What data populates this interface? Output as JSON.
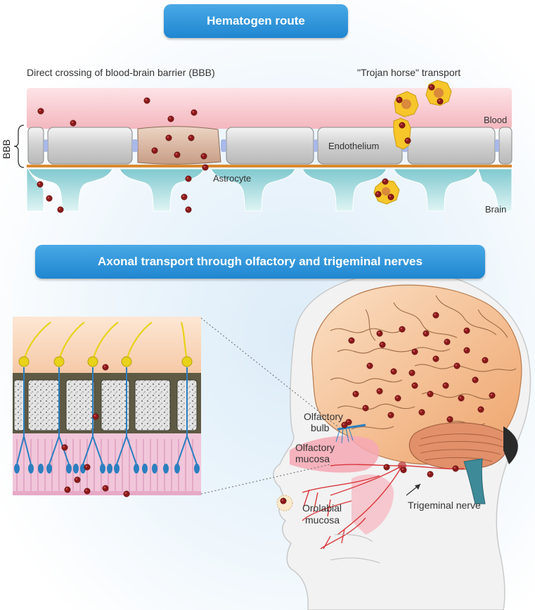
{
  "titles": {
    "hematogen": "Hematogen route",
    "axonal": "Axonal transport through olfactory and trigeminal nerves"
  },
  "labels": {
    "direct_crossing": "Direct crossing of blood-brain barrier (BBB)",
    "trojan_horse": "\"Trojan horse\" transport",
    "blood": "Blood",
    "bbb": "BBB",
    "endothelium": "Endothelium",
    "astrocyte": "Astrocyte",
    "brain": "Brain",
    "olfactory_bulb_1": "Olfactory",
    "olfactory_bulb_2": "bulb",
    "olfactory_mucosa_1": "Olfactory",
    "olfactory_mucosa_2": "mucosa",
    "orolabial_1": "Orolabial",
    "orolabial_2": "mucosa",
    "trigeminal": "Trigeminal nerve"
  },
  "colors": {
    "pill": "#1f86d0",
    "blood": "#f6c3c8",
    "endothelium_cell": "#d2d2d2",
    "infected_cell": "#d6b39e",
    "basement": "#d9892e",
    "astrocyte": "#a9dde0",
    "virus": "#8b1a1a",
    "trojan_cell": "#f7c62a",
    "neuron": "#e8d21a",
    "axon": "#2b7fc0",
    "brain": "#f2b98d",
    "mucosa": "#f6a8b4"
  }
}
